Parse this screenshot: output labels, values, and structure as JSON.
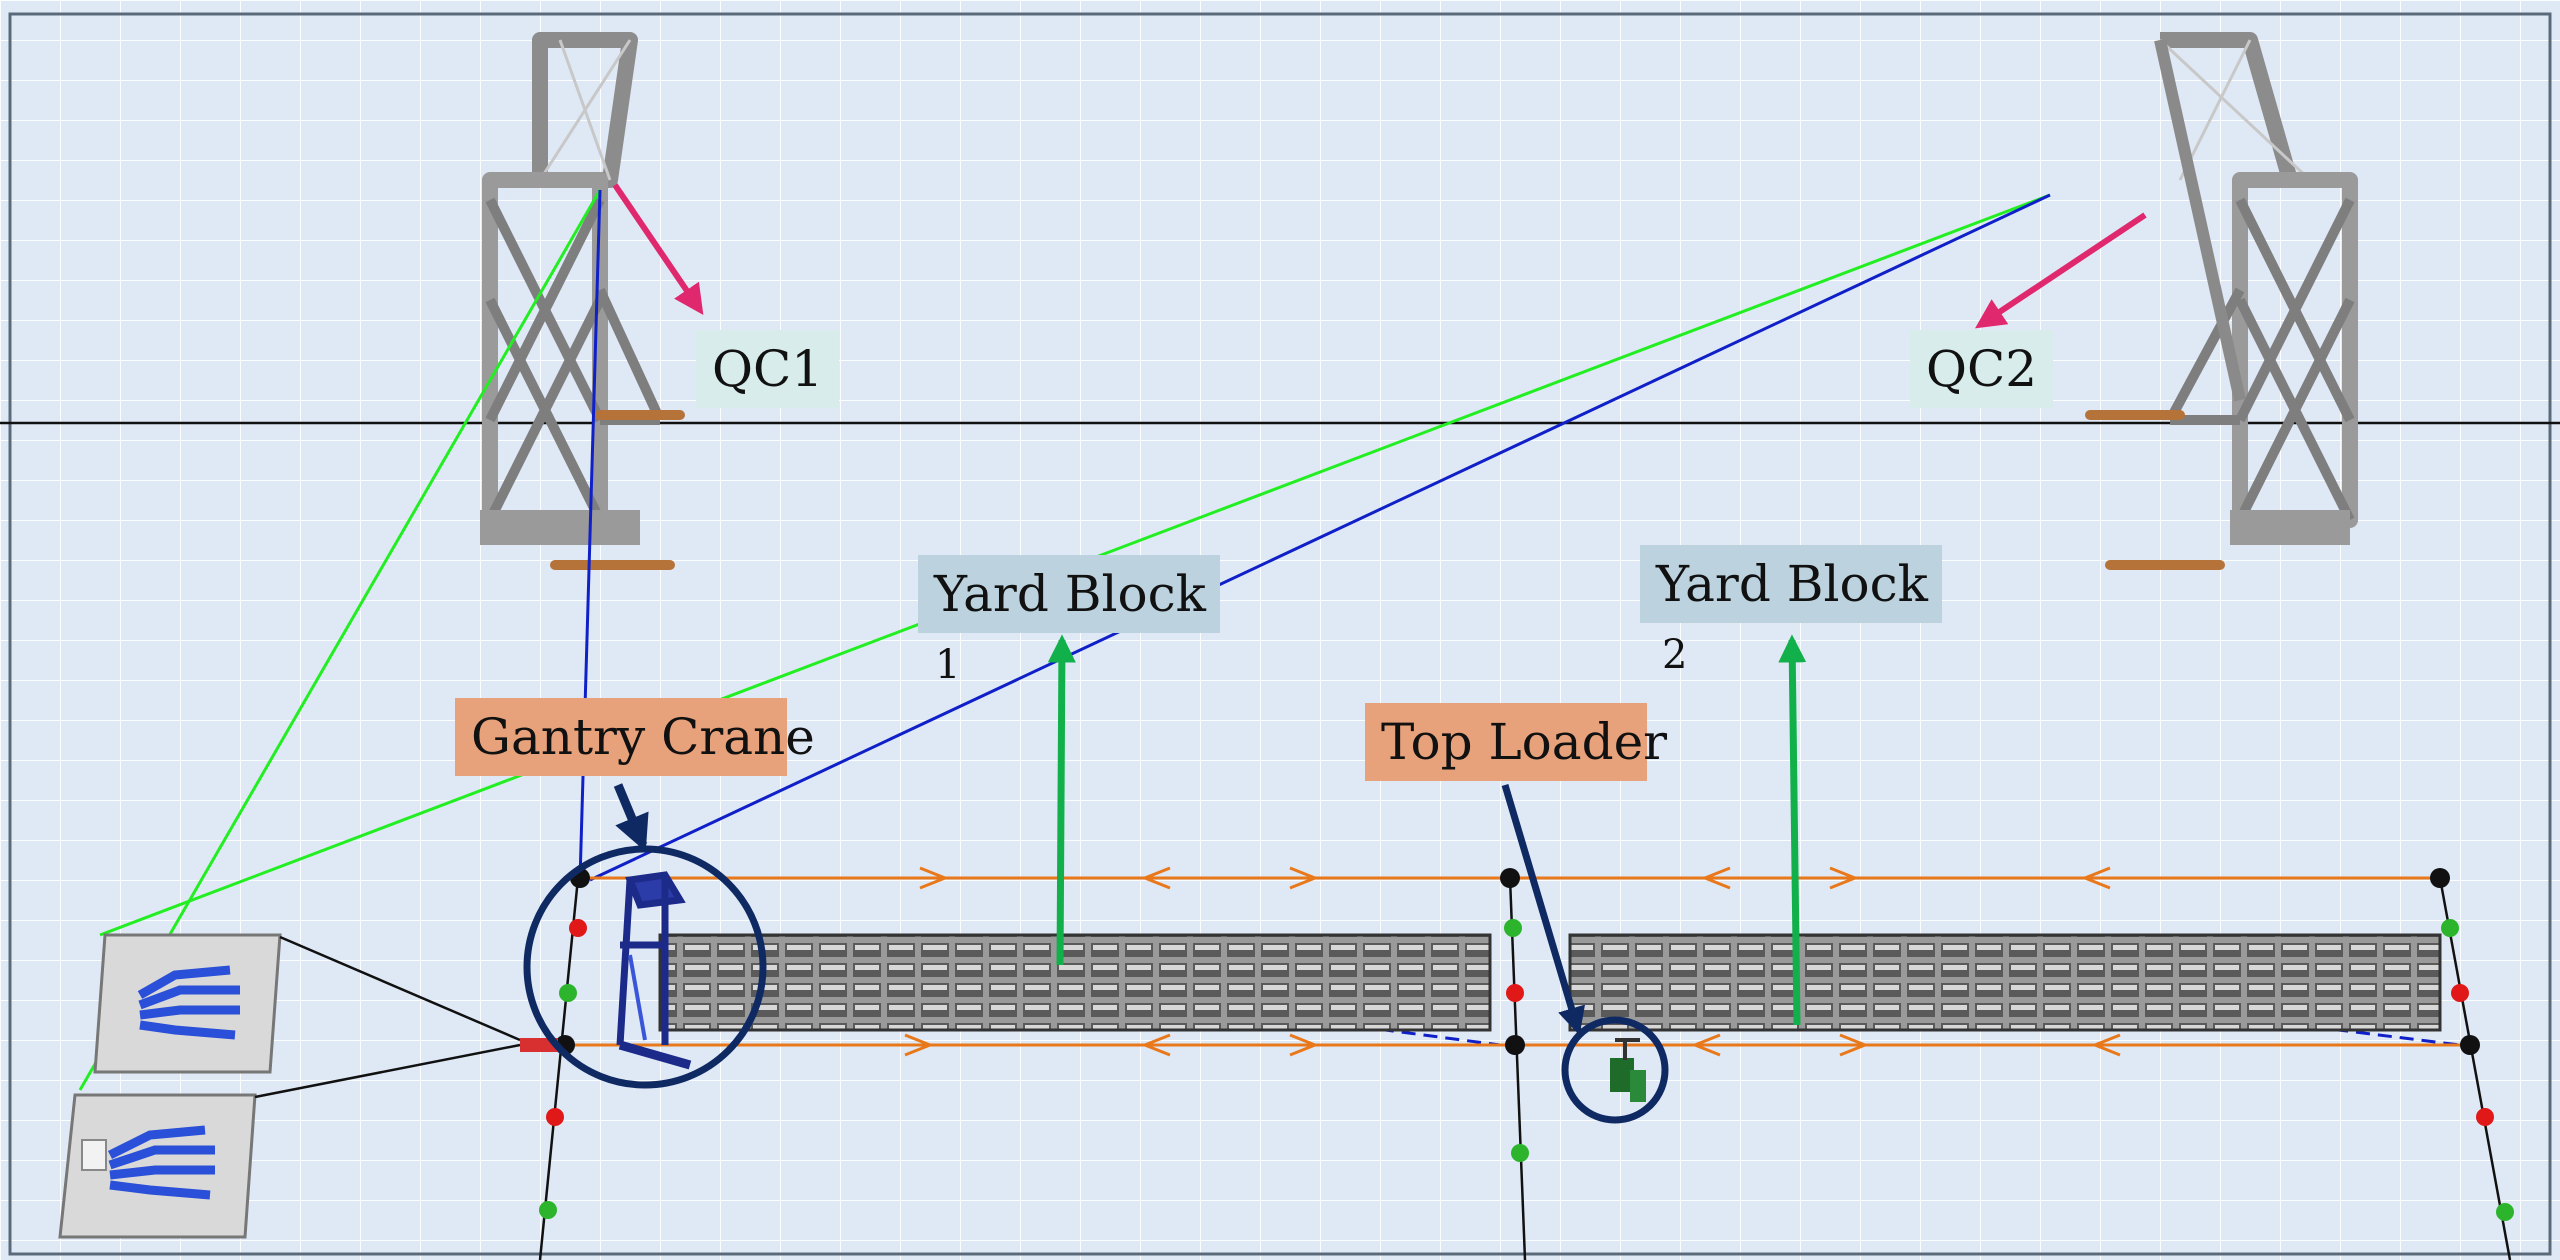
{
  "labels": {
    "qc1": "QC1",
    "qc2": "QC2",
    "yard_block_1": "Yard Block",
    "yard_block_1_num": "1",
    "yard_block_2": "Yard Block",
    "yard_block_2_num": "2",
    "gantry_crane": "Gantry Crane",
    "top_loader": "Top Loader"
  },
  "colors": {
    "background": "#dfe9f6",
    "grid": "#ffffff",
    "arrow_qc": "#e0286e",
    "arrow_yard": "#12b04a",
    "arrow_equipment": "#0f2a63",
    "path_green": "#22ee22",
    "path_blue": "#1020c8",
    "travel_orange": "#e8781a",
    "crane_gray": "#8c8c8c",
    "qc_label_bg": "#d9ecec",
    "yard_label_bg": "#bcd3df",
    "equipment_label_bg": "#e7a27c",
    "node_black": "#111111",
    "node_green": "#2cb42c",
    "node_red": "#e01818"
  },
  "icons": [
    "quay-crane-icon",
    "gantry-crane-icon",
    "top-loader-icon",
    "source-queue-icon"
  ]
}
